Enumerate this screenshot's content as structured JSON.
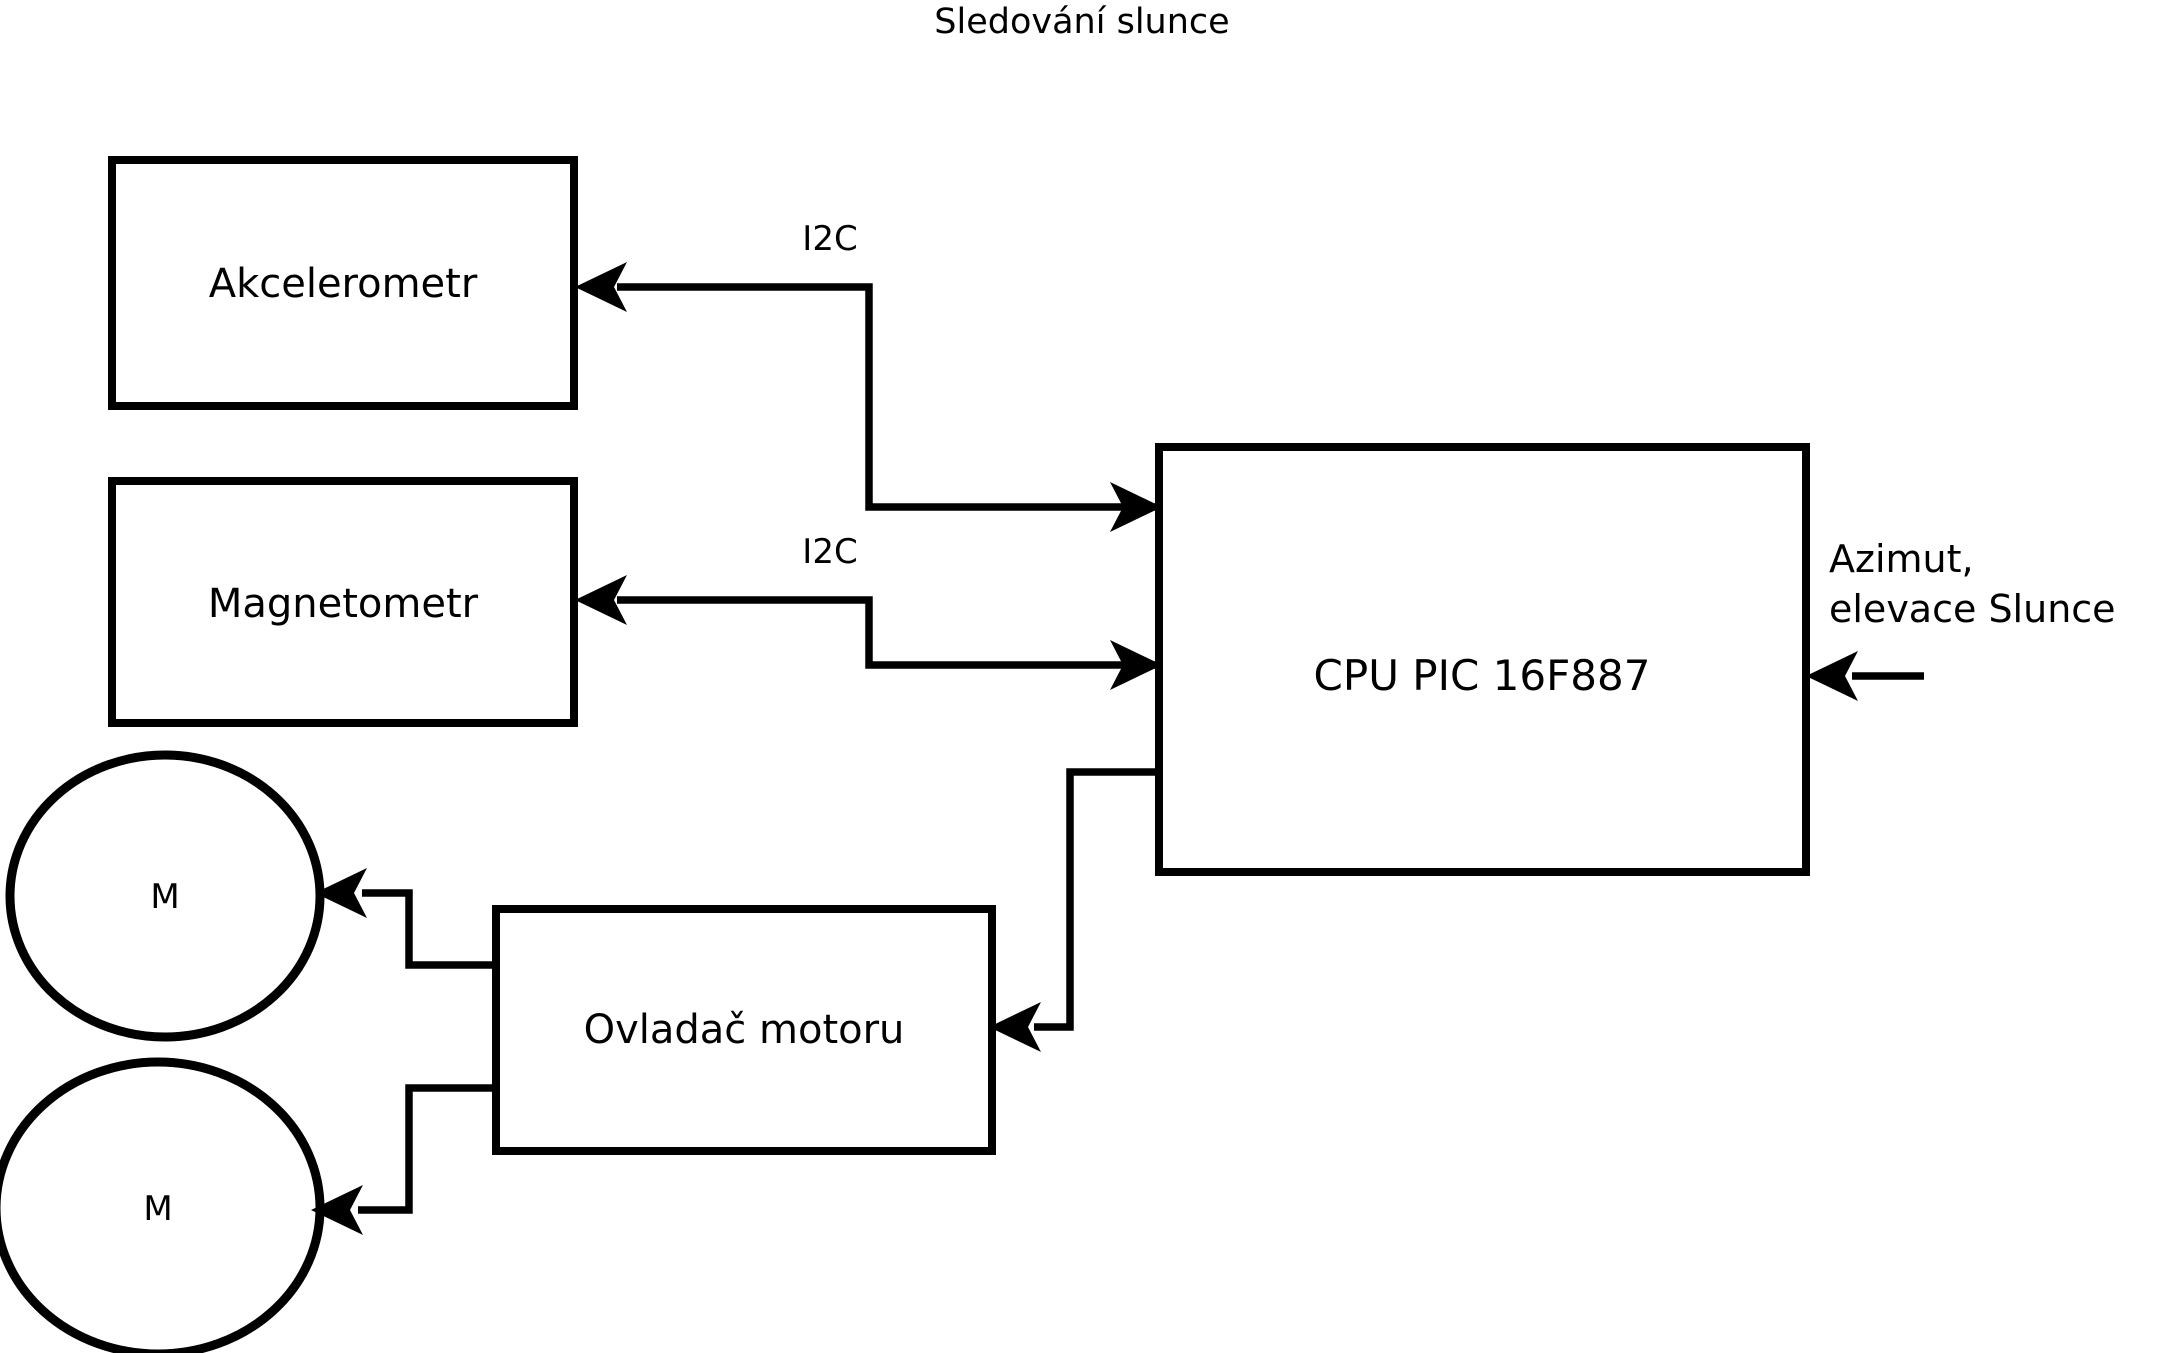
{
  "diagram": {
    "title": "Sledování slunce",
    "type": "block-diagram",
    "language": "cs",
    "background_color": "#ffffff",
    "stroke_color": "#000000",
    "nodes": [
      {
        "id": "accelerometer",
        "label": "Akcelerometr",
        "shape": "rectangle"
      },
      {
        "id": "magnetometer",
        "label": "Magnetometr",
        "shape": "rectangle"
      },
      {
        "id": "cpu",
        "label": "CPU PIC 16F887",
        "shape": "rectangle"
      },
      {
        "id": "motor-driver",
        "label": "Ovladač motoru",
        "shape": "rectangle"
      },
      {
        "id": "motor-1",
        "label": "M",
        "shape": "circle"
      },
      {
        "id": "motor-2",
        "label": "M",
        "shape": "circle"
      }
    ],
    "edge_labels": {
      "i2c_accelerometer": "I2C",
      "i2c_magnetometer": "I2C"
    },
    "external_input": {
      "line1": "Azimut,",
      "line2": "elevace Slunce"
    }
  }
}
